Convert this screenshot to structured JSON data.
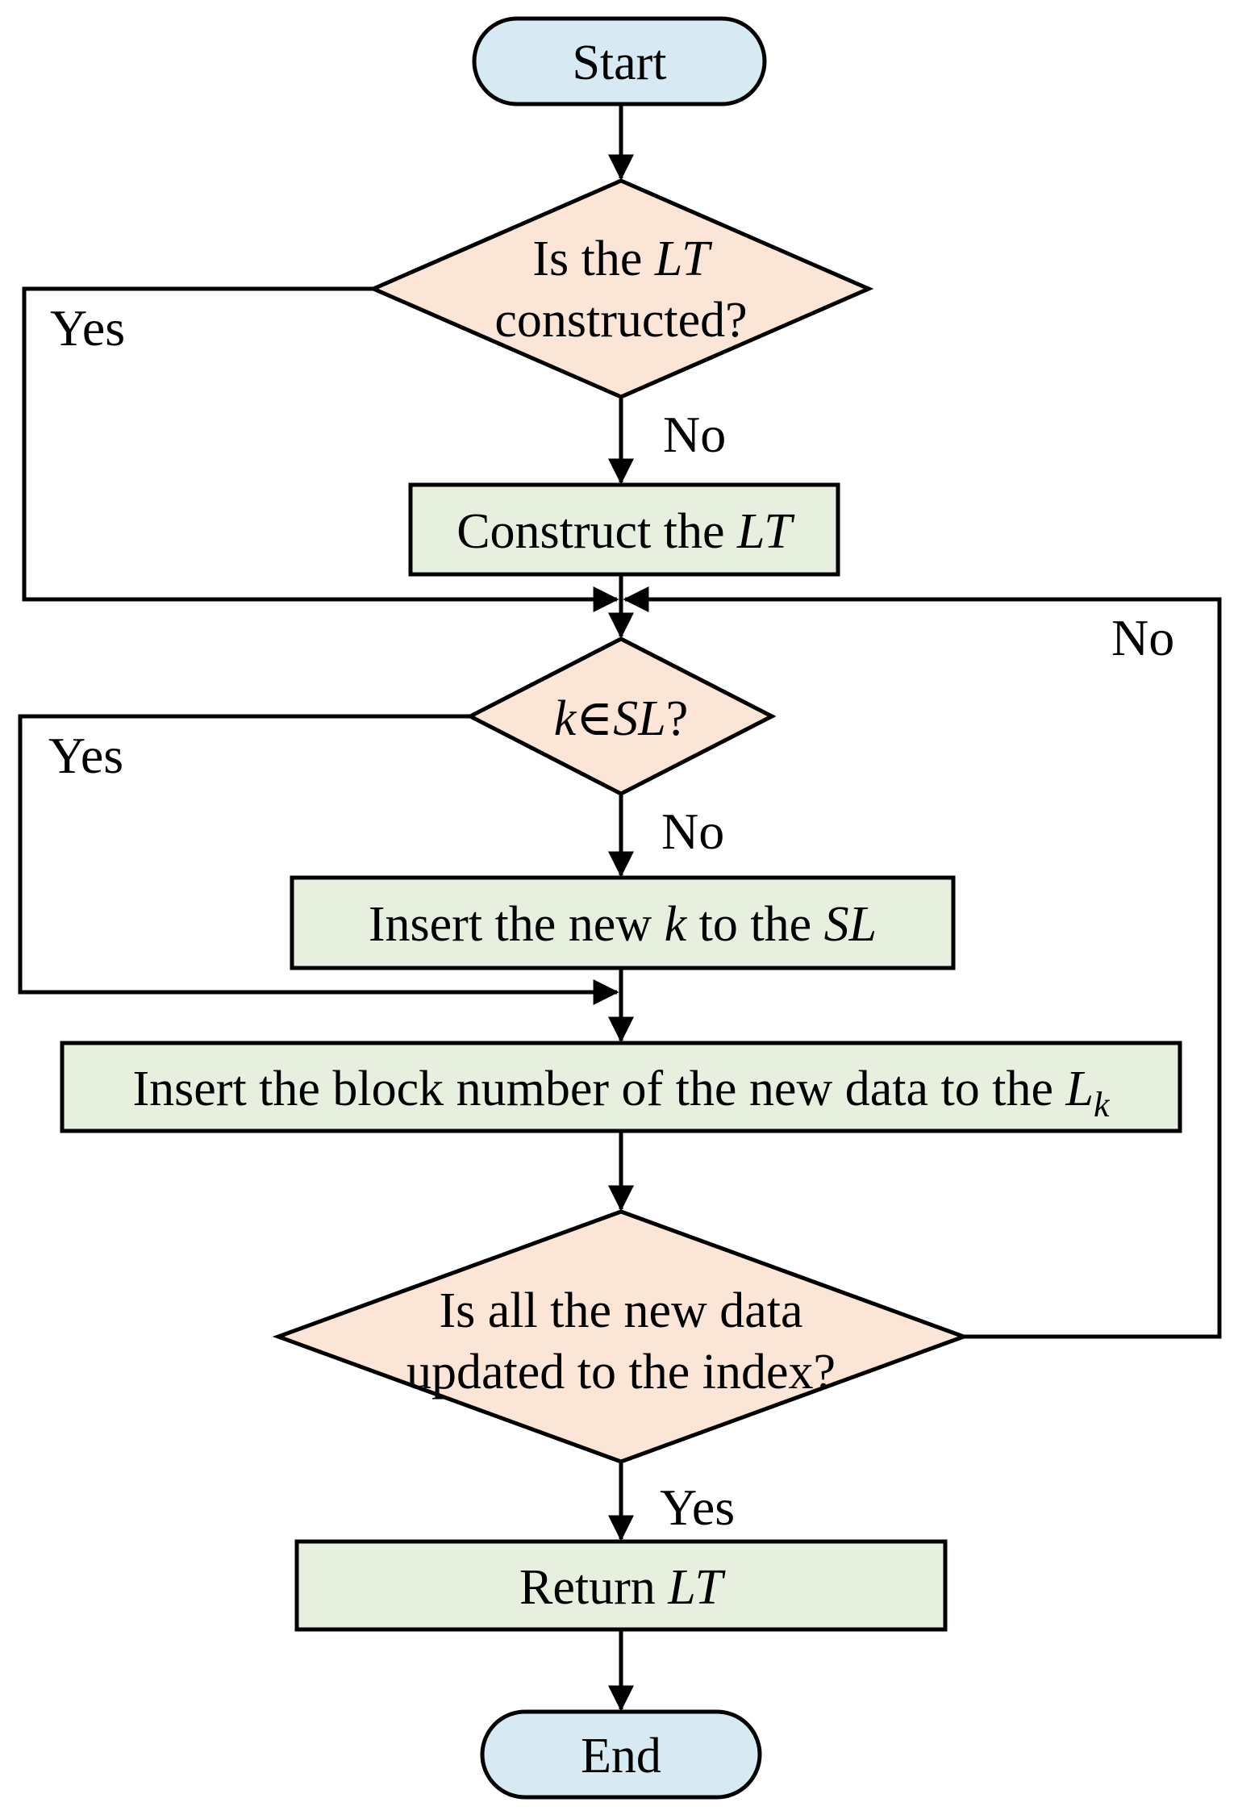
{
  "title": "Index update flowchart",
  "colors": {
    "terminal_fill": "#d7e9f2",
    "decision_fill": "#fbe5d6",
    "process_fill": "#e7efde",
    "stroke": "#000000",
    "text": "#000000"
  },
  "nodes": {
    "start": {
      "label": "Start"
    },
    "decision_lt": {
      "line1_text": "Is the ",
      "line1_italic": "LT",
      "line2_text": "constructed?"
    },
    "construct_lt": {
      "text": "Construct the ",
      "italic": "LT"
    },
    "decision_k": {
      "k_italic": "k",
      "element_of": "∈",
      "sl_italic": "SL",
      "question": "?"
    },
    "insert_k": {
      "text1": "Insert the new ",
      "italic1": "k",
      "text2": " to the ",
      "italic2": "SL"
    },
    "insert_block": {
      "text": "Insert the block number of the new data to the ",
      "italic": "L",
      "subscript": "k"
    },
    "decision_updated": {
      "line1": "Is all the new data",
      "line2": "updated to the index?"
    },
    "return_lt": {
      "text": "Return ",
      "italic": "LT"
    },
    "end": {
      "label": "End"
    }
  },
  "edge_labels": {
    "yes1": "Yes",
    "no1": "No",
    "yes2": "Yes",
    "no2": "No",
    "no3": "No",
    "yes3": "Yes"
  }
}
